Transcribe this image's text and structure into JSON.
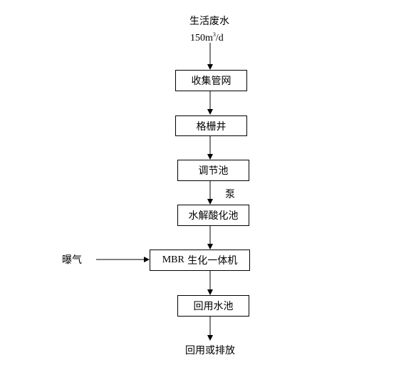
{
  "source": {
    "name": "生活废水",
    "flow_value": "150",
    "flow_unit": "m",
    "flow_exp": "3",
    "flow_suffix": "/d"
  },
  "steps": [
    {
      "label": "收集管网"
    },
    {
      "label": "格栅井"
    },
    {
      "label": "调节池"
    },
    {
      "label": "水解酸化池"
    },
    {
      "label_latin": "MBR",
      "label_cjk": " 生化一体机"
    },
    {
      "label": "回用水池"
    }
  ],
  "pump_label": "泵",
  "aeration_label": "曝气",
  "output_label": "回用或排放"
}
